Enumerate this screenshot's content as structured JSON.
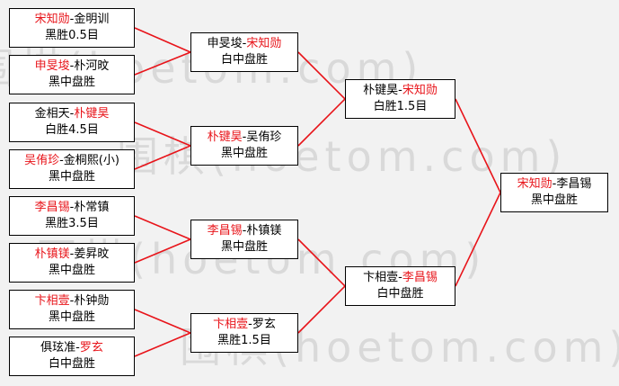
{
  "colors": {
    "winner": "#e8141a",
    "connector": "#e8141a",
    "border": "#000000",
    "watermark": "#d9d9d9"
  },
  "watermark_text": "围棋(hoetom.com)",
  "round1": [
    {
      "p1": "宋知勋",
      "sep": "-",
      "p2": "金明训",
      "winner": "p1",
      "result": "黑胜0.5目"
    },
    {
      "p1": "申旻埈",
      "sep": "-",
      "p2": "朴河旼",
      "winner": "p1",
      "result": "黑中盘胜"
    },
    {
      "p1": "金相天",
      "sep": "-",
      "p2": "朴键昊",
      "winner": "p2",
      "result": "白胜4.5目"
    },
    {
      "p1": "吴侑珍",
      "sep": "-",
      "p2": "金桐熙(小)",
      "winner": "p1",
      "result": "黑中盘胜"
    },
    {
      "p1": "李昌锡",
      "sep": "-",
      "p2": "朴常镇",
      "winner": "p1",
      "result": "黑胜3.5目"
    },
    {
      "p1": "朴镇镁",
      "sep": "-",
      "p2": "姜昇旼",
      "winner": "p1",
      "result": "黑中盘胜"
    },
    {
      "p1": "卞相壹",
      "sep": "-",
      "p2": "朴钟勋",
      "winner": "p1",
      "result": "黑中盘胜"
    },
    {
      "p1": "俱玹准",
      "sep": "-",
      "p2": "罗玄",
      "winner": "p2",
      "result": "白中盘胜"
    }
  ],
  "round2": [
    {
      "p1": "申旻埈",
      "sep": "-",
      "p2": "宋知勋",
      "winner": "p2",
      "result": "白中盘胜"
    },
    {
      "p1": "朴键昊",
      "sep": "-",
      "p2": "吴侑珍",
      "winner": "p1",
      "result": "黑中盘胜"
    },
    {
      "p1": "李昌锡",
      "sep": "-",
      "p2": "朴镇镁",
      "winner": "p1",
      "result": "黑中盘胜"
    },
    {
      "p1": "卞相壹",
      "sep": "-",
      "p2": "罗玄",
      "winner": "p1",
      "result": "黑胜1.5目"
    }
  ],
  "round3": [
    {
      "p1": "朴键昊",
      "sep": "-",
      "p2": "宋知勋",
      "winner": "p2",
      "result": "白胜1.5目"
    },
    {
      "p1": "卞相壹",
      "sep": "-",
      "p2": "李昌锡",
      "winner": "p2",
      "result": "白中盘胜"
    }
  ],
  "final": [
    {
      "p1": "宋知勋",
      "sep": "-",
      "p2": "李昌锡",
      "winner": "p1",
      "result": "黑中盘胜"
    }
  ]
}
